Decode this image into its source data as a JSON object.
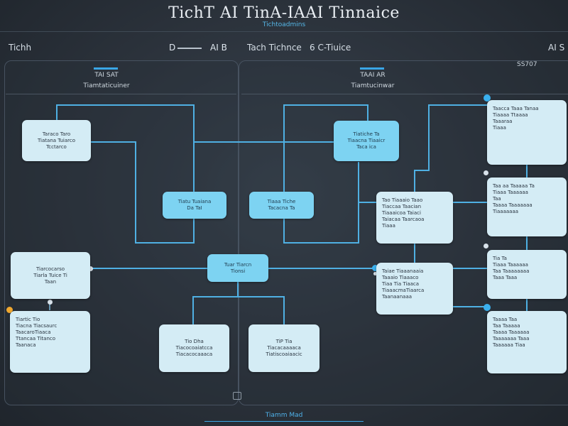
{
  "header": {
    "title": "TichT AI TinA-IAAI Tinnaice",
    "subtitle": "Tichtoadmins"
  },
  "left_bar": {
    "label": "Tichh",
    "mid": "D",
    "right": "AI B"
  },
  "right_bar": {
    "label": "Tach Tichnce",
    "mid": "6 C-Tiuice",
    "right": "AI S"
  },
  "left_panel": {
    "title_top": "TAI SAT",
    "title": "Tiamtaticuiner"
  },
  "right_panel": {
    "title_top": "TAAI AR",
    "title": "Tiamtucinwar",
    "code": "SS707"
  },
  "nodes": {
    "l_top": "Taraco Taro\nTiatana Tuiarco\nTcctarco",
    "l_mid": "Tiatu Tuaiana\nDa TaI",
    "l_left": "Tiarcocarso\nTiarla Tuice Ti\nTaan",
    "l_low": "Tiartic Tio\nTiacna Tiacsaurc\nTaacaroTiaaca\nTtancaa Titanco\nTaanaca",
    "center": "Tuar Tiarcn\nTionsi",
    "b1": "Tio Dha\nTiacocoaiatcca\nTiacacocaaaca",
    "b2": "TiP Tia\nTiacacaaaaca\nTiatiscoaiaacic",
    "r_top": "Tiatiche Ta\nTiaacna Tiaaicr\nTaca ica",
    "r_mid": "Tiaaa Tiche\nTacacna Ta",
    "rc_a": "Tao Tiaaaio Taao\nTiaccaa Taacian\nTiaaaicoa Taiaci\nTaiacaa Taarcaoa\nTiaaa",
    "rc_b": "Taiae Tiaaanaaia\nTaaaio Tiaaaco\nTiaa Tia Tiaaca\nTiaaacmaTiaarca\nTaanaanaaa",
    "rr1": "Taacca Taaa Tanaa\nTiaaaa Ttaaaa\nTaaaraa\nTiaaa",
    "rr2": "Taa aa Taaaaa Ta\nTiaaa Taaaaaa\nTaa\nTaaaa Taaaaaaa\nTiaaaaaaa",
    "rr3": "Tia Ta\nTiaaa Taaaaaa\nTaa Taaaaaaaa\nTaaa Taaa",
    "rr4": "Taaaa Taa\nTaa Taaaaa\nTaaaa Taaaaaa\nTaaaaaaa Taaa\nTaaaaaa Tiaa"
  },
  "footer": {
    "label": "Tiamm Mad"
  },
  "colors": {
    "line": "#4fb0e3",
    "line_dim": "#79b5d6",
    "node_light": "#d4ecf5",
    "node_cyan": "#7dd3f2"
  }
}
